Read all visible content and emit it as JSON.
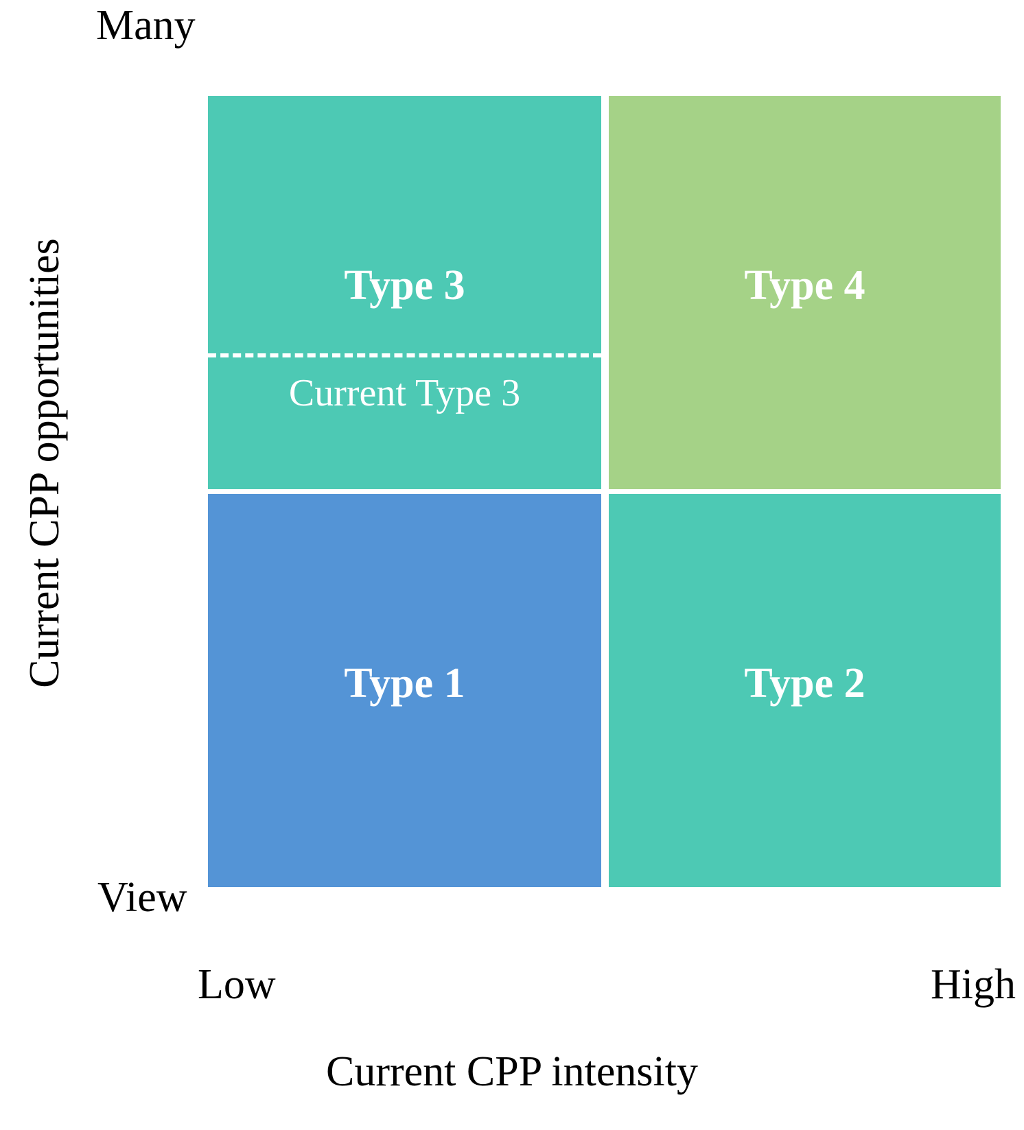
{
  "chart_data": {
    "type": "table",
    "title": "",
    "xlabel": "Current CPP intensity",
    "ylabel": "Current CPP opportunities",
    "x_axis_ticks": [
      "Low",
      "High"
    ],
    "y_axis_ticks": [
      "View",
      "Many"
    ],
    "grid": false,
    "legend": "none",
    "categories": [
      "Type 1",
      "Type 2",
      "Type 3",
      "Type 4"
    ],
    "quadrants": [
      {
        "name": "Type 1",
        "x_level": "Low",
        "y_level": "View",
        "color": "#5494D6",
        "position": "bottom-left"
      },
      {
        "name": "Type 2",
        "x_level": "High",
        "y_level": "View",
        "color": "#4DC9B4",
        "position": "bottom-right"
      },
      {
        "name": "Type 3",
        "x_level": "Low",
        "y_level": "Many",
        "color": "#4DC9B4",
        "position": "top-left",
        "annotation": "Current Type 3",
        "divider": "dashed"
      },
      {
        "name": "Type 4",
        "x_level": "High",
        "y_level": "Many",
        "color": "#A5D287",
        "position": "top-right"
      }
    ]
  },
  "axes": {
    "y_top_label": "Many",
    "y_bottom_label": "View",
    "y_title": "Current CPP opportunities",
    "x_left_label": "Low",
    "x_right_label": "High",
    "x_title": "Current CPP intensity"
  },
  "matrix": {
    "type3": {
      "label": "Type 3",
      "sub_label": "Current Type 3",
      "color": "#4DC9B4"
    },
    "type4": {
      "label": "Type 4",
      "color": "#A5D287"
    },
    "type1": {
      "label": "Type 1",
      "color": "#5494D6"
    },
    "type2": {
      "label": "Type 2",
      "color": "#4DC9B4"
    }
  },
  "colors": {
    "teal": "#4DC9B4",
    "green": "#A5D287",
    "blue": "#5494D6",
    "label_text": "#FFFFFF",
    "axis_text": "#000000",
    "background": "#FFFFFF"
  }
}
